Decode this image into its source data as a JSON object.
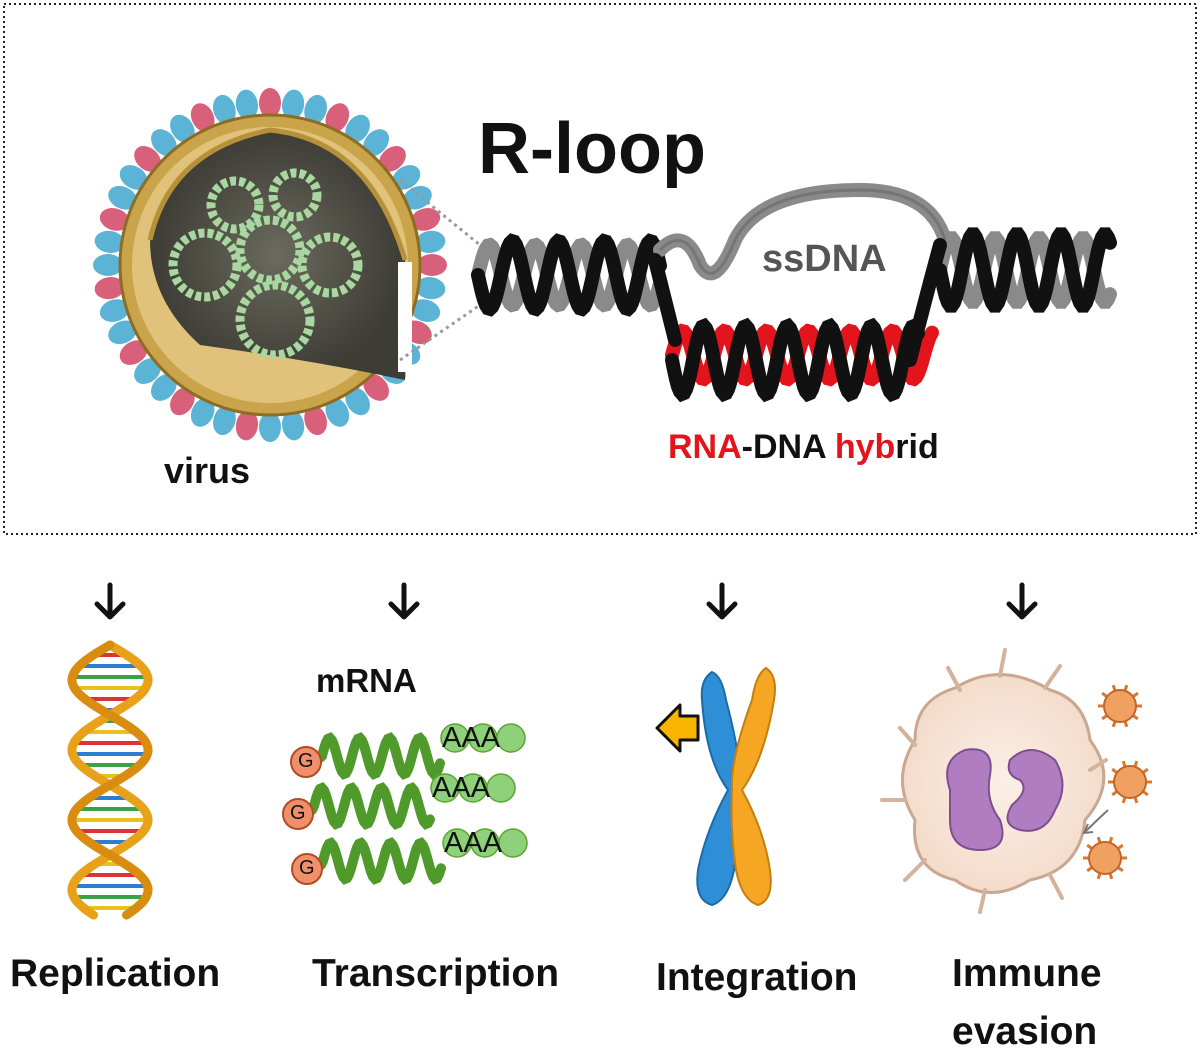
{
  "title": "R-loop",
  "labels": {
    "virus": "virus",
    "ssdna": "ssDNA",
    "mrna": "mRNA",
    "cap": "G",
    "polya": "AAA"
  },
  "hybrid_label": {
    "part1": "RNA",
    "part2": "-DNA ",
    "part3": "hyb",
    "part4": "rid"
  },
  "outcomes": {
    "replication": "Replication",
    "transcription": "Transcription",
    "integration": "Integration",
    "immune_line1": "Immune",
    "immune_line2": "evasion"
  },
  "colors": {
    "rna": "#e3141c",
    "dna": "#111111",
    "ssdna": "#8a8a8a",
    "mrna": "#5aa630",
    "chromosome_blue": "#2f8fd6",
    "chromosome_orange": "#f5a623",
    "virus_blue": "#5bb3d6",
    "virus_pink": "#d9607a"
  }
}
